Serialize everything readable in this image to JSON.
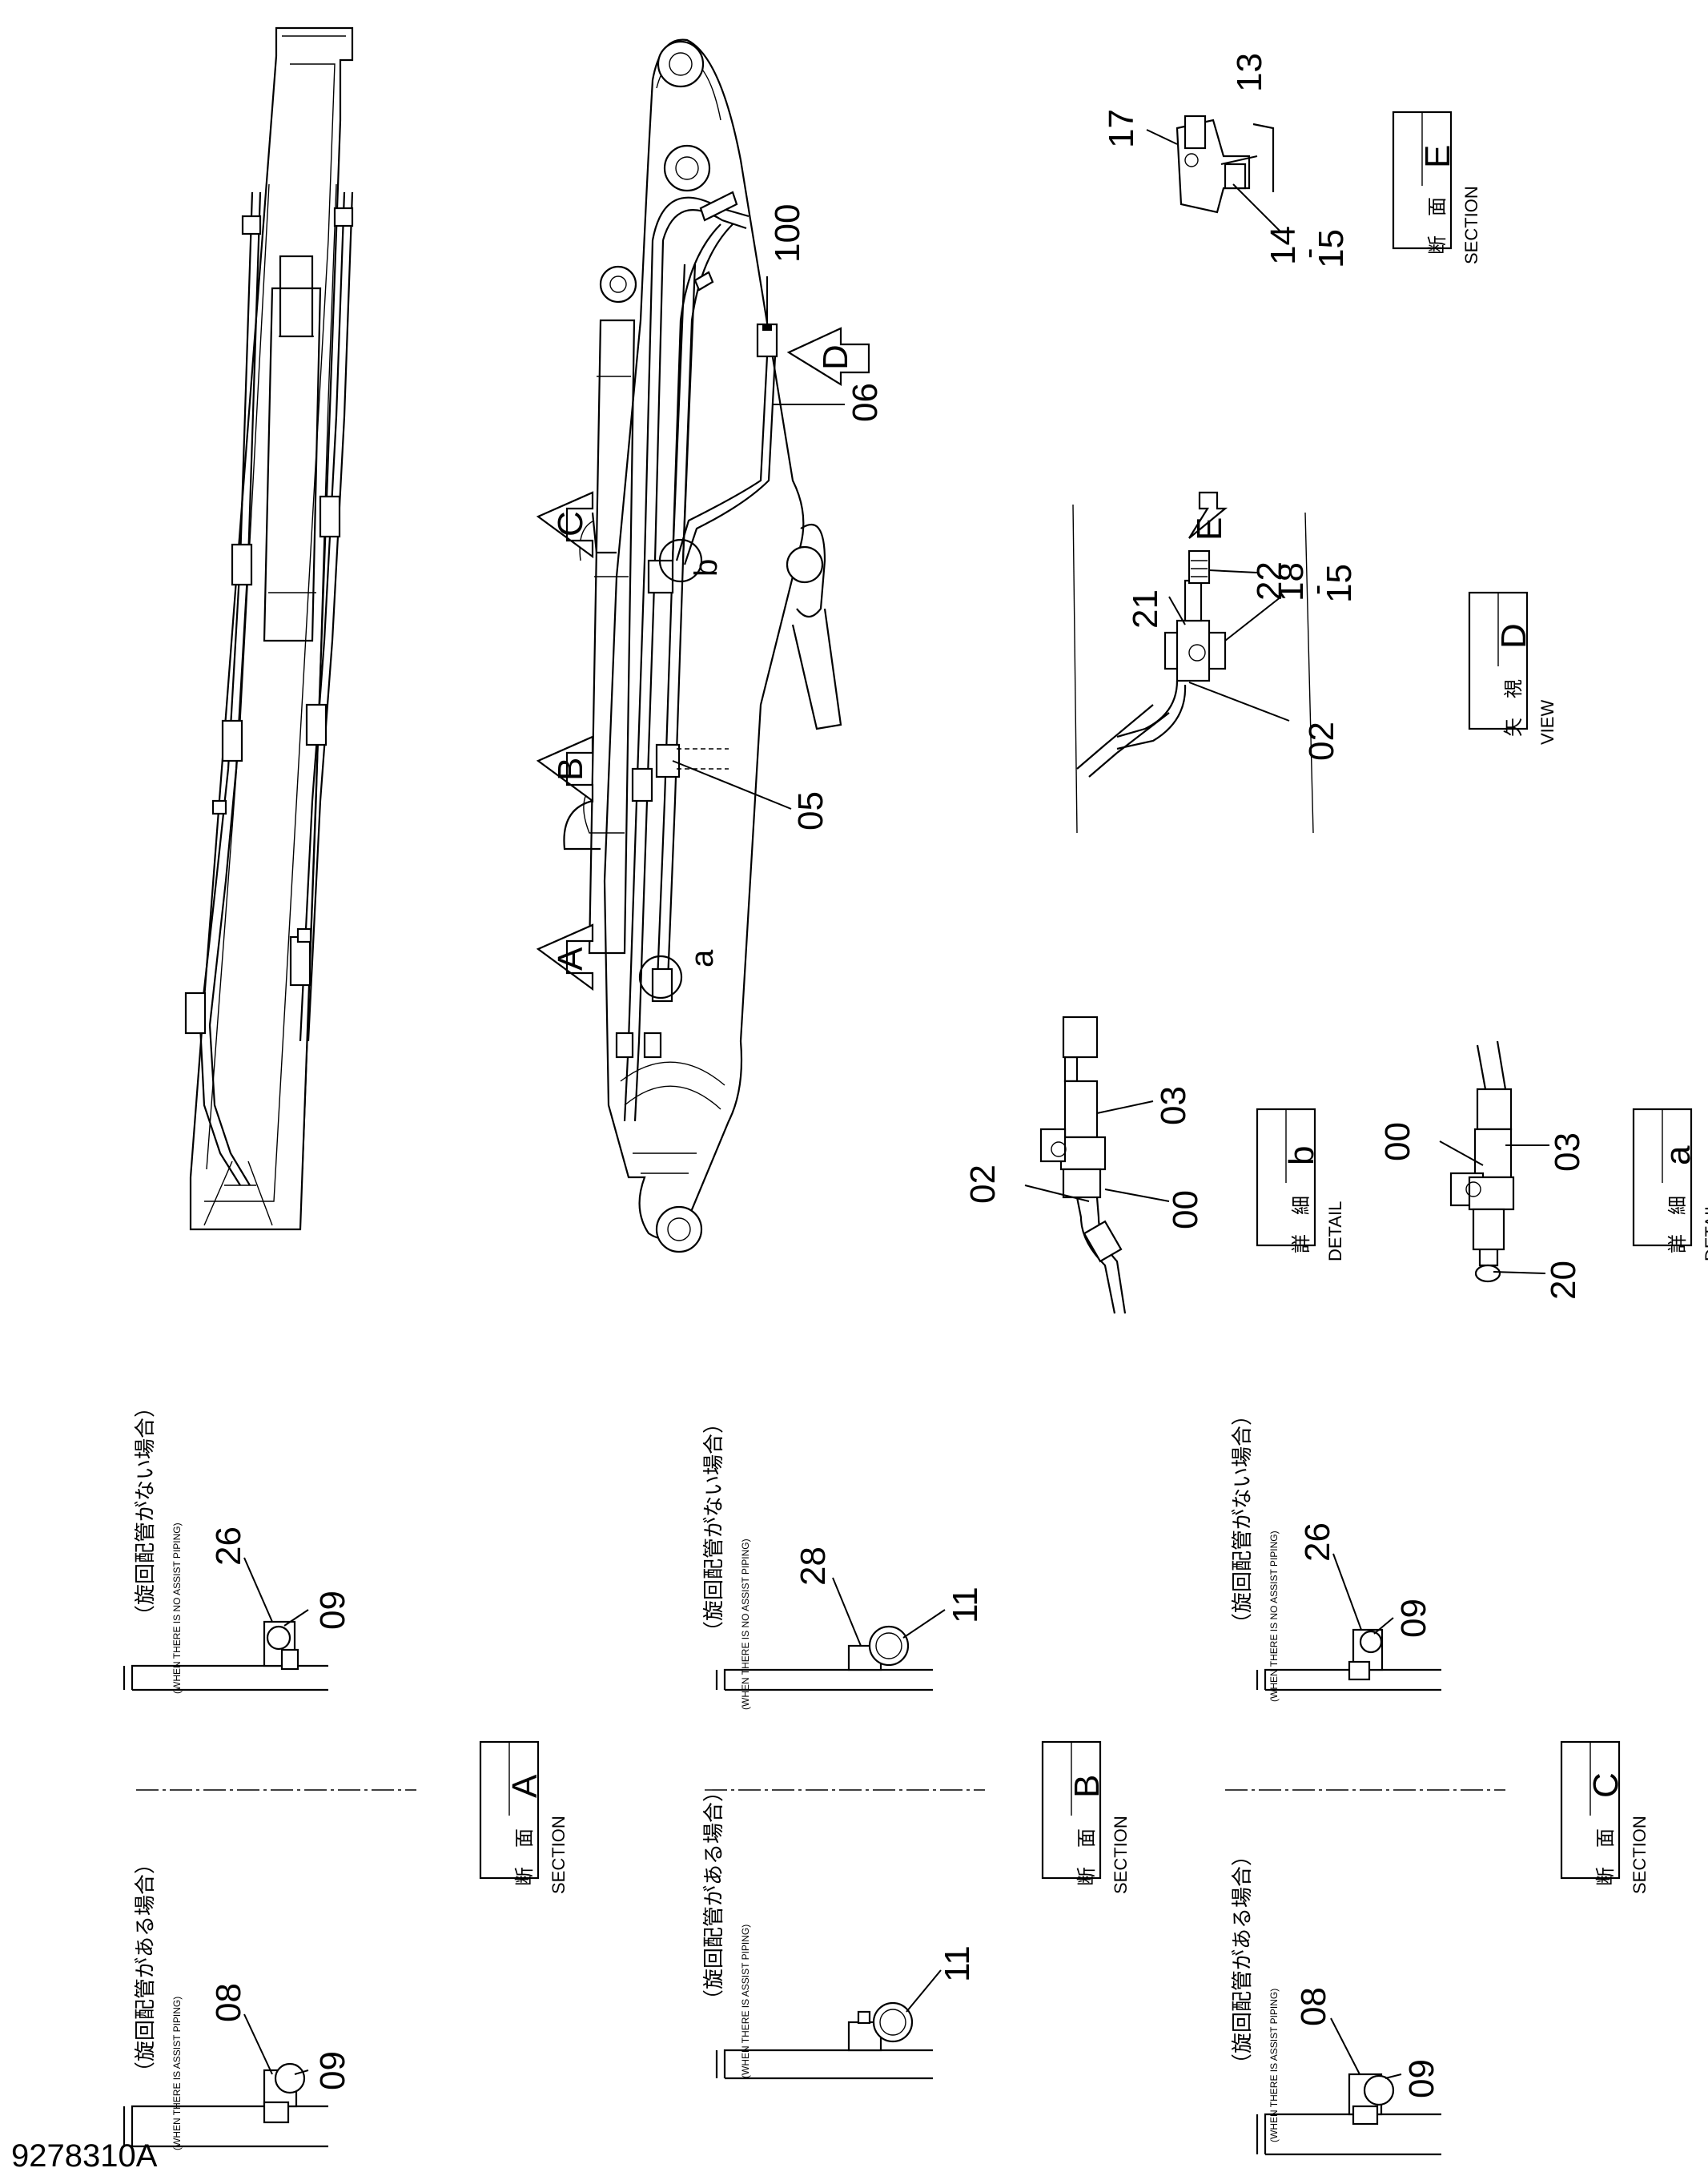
{
  "document_number": "9278310A",
  "part_numbers": {
    "p100": "100",
    "p06": "06",
    "p05": "05",
    "p13": "13",
    "p17": "17",
    "p14": "14",
    "dash1": "-",
    "p15a": "15",
    "p21": "21",
    "p22": "22",
    "p18": "18",
    "dash2": "-",
    "p15b": "15",
    "p02_view": "02",
    "p03_b": "03",
    "p02_b": "02",
    "p00_b": "00",
    "p00_a": "00",
    "p03_a": "03",
    "p20": "20",
    "p26_A": "26",
    "p09_A1": "09",
    "p08_A": "08",
    "p09_A2": "09",
    "p28": "28",
    "p11_1": "11",
    "p11_2": "11",
    "p26_C": "26",
    "p09_C1": "09",
    "p08_C": "08",
    "p09_C2": "09",
    "balloon_a": "a",
    "balloon_b": "b"
  },
  "arrows": {
    "A": "A",
    "B": "B",
    "C": "C",
    "D": "D",
    "E": "E"
  },
  "title_boxes": {
    "section_E": {
      "jp": "断　面",
      "en": "SECTION",
      "letter": "E"
    },
    "view_D": {
      "jp": "矢　視",
      "en": "VIEW",
      "letter": "D"
    },
    "detail_b": {
      "jp": "詳　細",
      "en": "DETAIL",
      "letter": "b"
    },
    "detail_a": {
      "jp": "詳　細",
      "en": "DETAIL",
      "letter": "a"
    },
    "section_A": {
      "jp": "断　面",
      "en": "SECTION",
      "letter": "A"
    },
    "section_B": {
      "jp": "断　面",
      "en": "SECTION",
      "letter": "B"
    },
    "section_C": {
      "jp": "断　面",
      "en": "SECTION",
      "letter": "C"
    }
  },
  "notes": {
    "A_no_jp": "（旋回配管がない場合）",
    "A_no_en": "(WHEN THERE IS NO ASSIST PIPING)",
    "A_yes_jp": "（旋回配管がある場合）",
    "A_yes_en": "(WHEN THERE IS ASSIST PIPING)",
    "B_no_jp": "（旋回配管がない場合）",
    "B_no_en": "(WHEN THERE IS NO ASSIST PIPING)",
    "B_yes_jp": "（旋回配管がある場合）",
    "B_yes_en": "(WHEN THERE IS ASSIST PIPING)",
    "C_no_jp": "（旋回配管がない場合）",
    "C_no_en": "(WHEN THERE IS NO ASSIST PIPING)",
    "C_yes_jp": "（旋回配管がある場合）",
    "C_yes_en": "(WHEN THERE IS ASSIST PIPING)"
  }
}
